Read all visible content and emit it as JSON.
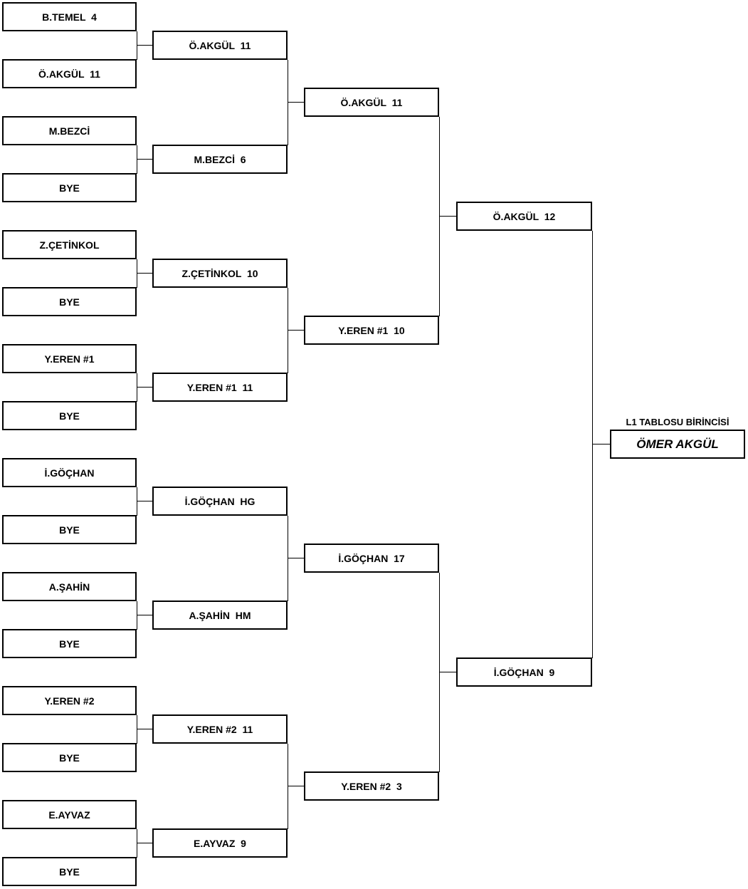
{
  "round1": [
    "B.TEMEL  4",
    "Ö.AKGÜL  11",
    "M.BEZCİ",
    "BYE",
    "Z.ÇETİNKOL",
    "BYE",
    "Y.EREN #1",
    "BYE",
    "İ.GÖÇHAN",
    "BYE",
    "A.ŞAHİN",
    "BYE",
    "Y.EREN #2",
    "BYE",
    "E.AYVAZ",
    "BYE"
  ],
  "round2": [
    "Ö.AKGÜL  11",
    "M.BEZCİ  6",
    "Z.ÇETİNKOL  10",
    "Y.EREN #1  11",
    "İ.GÖÇHAN  HG",
    "A.ŞAHİN  HM",
    "Y.EREN #2  11",
    "E.AYVAZ  9"
  ],
  "round3": [
    "Ö.AKGÜL  11",
    "Y.EREN #1  10",
    "İ.GÖÇHAN  17",
    "Y.EREN #2  3"
  ],
  "round4": [
    "Ö.AKGÜL  12",
    "İ.GÖÇHAN  9"
  ],
  "champion": {
    "title": "L1 TABLOSU BİRİNCİSİ",
    "name": "ÖMER AKGÜL"
  }
}
